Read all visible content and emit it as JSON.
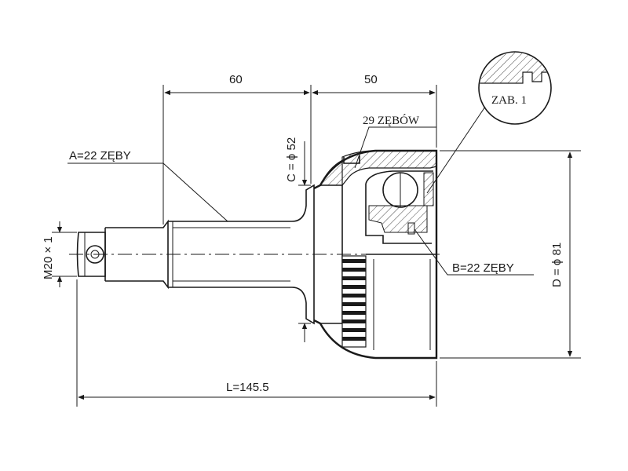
{
  "dimensions": {
    "top_left": "60",
    "top_right": "50",
    "teeth_outer": "29 ZĘBÓW",
    "spline_a": "A=22  ZĘBY",
    "spline_b": "B=22  ZĘBY",
    "thread": "M20 × 1",
    "diameter_c": "C = ϕ 52",
    "diameter_d": "D = ϕ 81",
    "length": "L=145.5"
  },
  "detail": {
    "label": "ZAB. 1"
  }
}
